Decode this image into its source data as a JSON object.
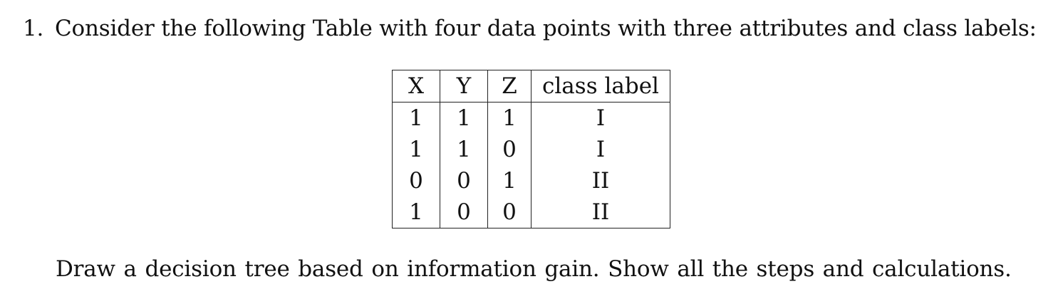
{
  "question": {
    "number": "1.",
    "text": "Consider the following Table with four data points with three attributes and class labels:"
  },
  "table": {
    "headers": [
      "X",
      "Y",
      "Z",
      "class label"
    ],
    "rows": [
      [
        "1",
        "1",
        "1",
        "I"
      ],
      [
        "1",
        "1",
        "0",
        "I"
      ],
      [
        "0",
        "0",
        "1",
        "II"
      ],
      [
        "1",
        "0",
        "0",
        "II"
      ]
    ]
  },
  "instruction": "Draw a decision tree based on information gain. Show all the steps and calculations."
}
